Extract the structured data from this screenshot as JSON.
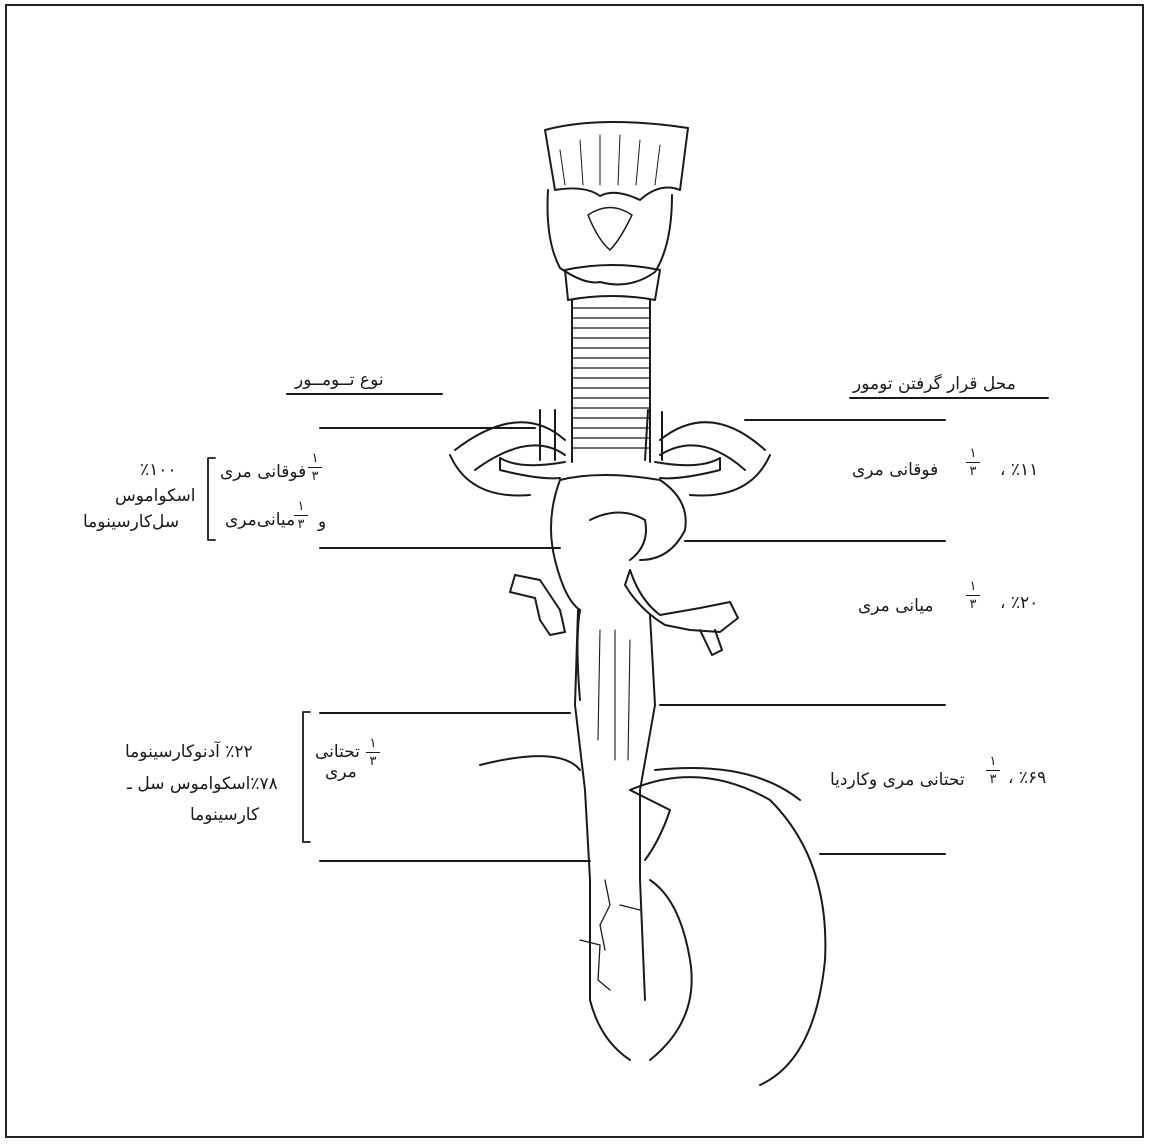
{
  "left_column": {
    "heading": "نوع تــومــور",
    "upper_group": {
      "percent": "٪۱۰۰",
      "type_line1": "اسکواموس",
      "type_line2": "سل‌کارسینوما",
      "region1": "فوقانی مری",
      "connector": "و",
      "region2": "میانی‌مری",
      "fraction_num": "۱",
      "fraction_den": "۳"
    },
    "lower_group": {
      "region_line1": "تحتانی",
      "region_line2": "مری",
      "fraction_num": "۱",
      "fraction_den": "۳",
      "type_line1": "٪۲۲ آدنوکارسینوما",
      "type_line2": "٪۷۸اسکواموس سل ـ",
      "type_line3": "کارسینوما"
    }
  },
  "right_column": {
    "heading": "محل قرار گرفتن تومور",
    "rows": [
      {
        "percent": "٪۱۱ ،",
        "label": "فوقانی مری",
        "fraction_num": "۱",
        "fraction_den": "۳"
      },
      {
        "percent": "٪۲۰ ،",
        "label": "میانی مری",
        "fraction_num": "۱",
        "fraction_den": "۳"
      },
      {
        "percent": "٪۶۹ ،",
        "label": "تحتانی مری وکاردیا",
        "fraction_num": "۱",
        "fraction_den": "۳"
      }
    ]
  }
}
